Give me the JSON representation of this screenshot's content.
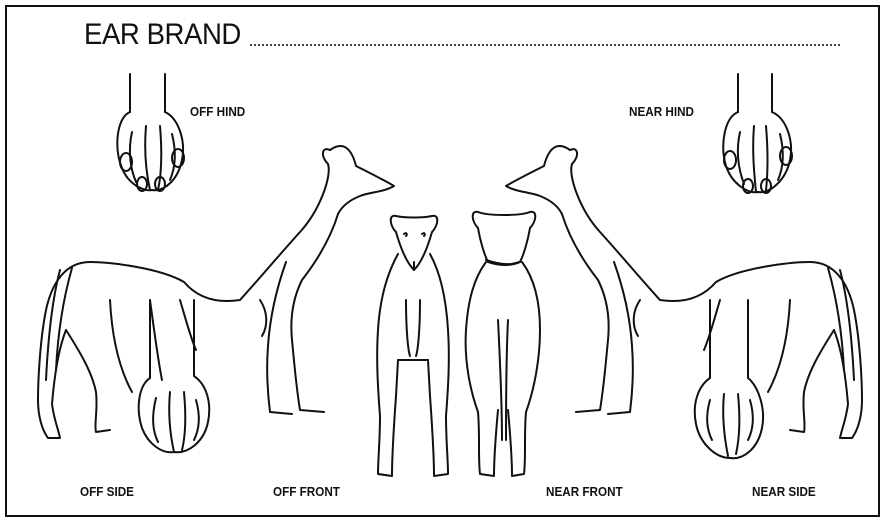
{
  "form": {
    "ear_brand_label": "EAR BRAND",
    "labels": {
      "off_hind": "OFF HIND",
      "near_hind": "NEAR HIND",
      "off_side": "OFF SIDE",
      "off_front": "OFF FRONT",
      "near_front": "NEAR FRONT",
      "near_side": "NEAR SIDE"
    }
  }
}
